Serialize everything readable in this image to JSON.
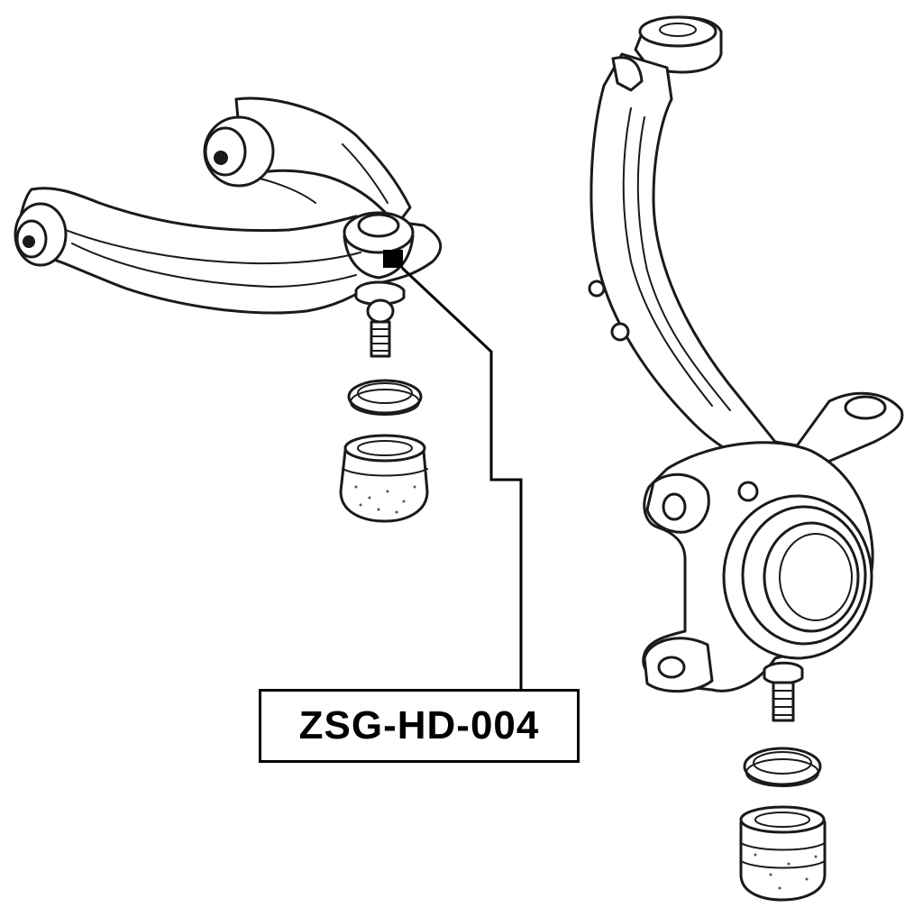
{
  "callout": {
    "part_number": "ZSG-HD-004"
  },
  "parts": {
    "left_assembly": "upper-control-arm-with-ball-joint",
    "right_assembly": "steering-knuckle-with-ball-joint",
    "highlight_color": "#000000",
    "line_color": "#1a1a1a"
  }
}
